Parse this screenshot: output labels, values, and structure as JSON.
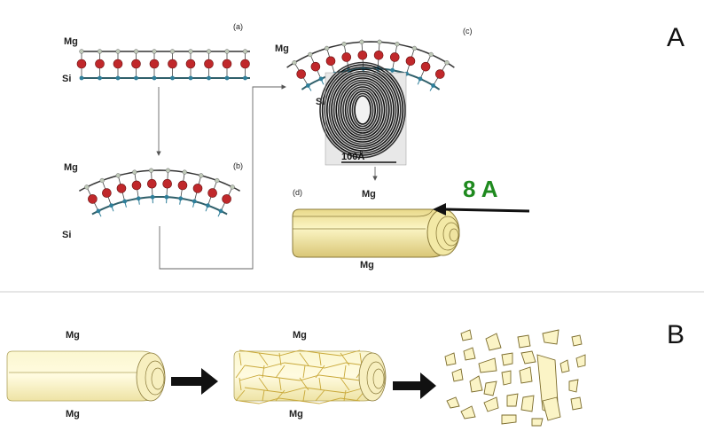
{
  "panels": {
    "A": "A",
    "B": "B"
  },
  "labels": {
    "a": "(a)",
    "b": "(b)",
    "c": "(c)",
    "d": "(d)",
    "mg": "Mg",
    "si": "Si",
    "scale": "100Å",
    "spacing": "8 A"
  },
  "colors": {
    "mg_atom": "#c0282b",
    "si_node": "#2f7f9a",
    "spacing_text": "#1f8a1f",
    "tube": "#f7f0b4"
  }
}
